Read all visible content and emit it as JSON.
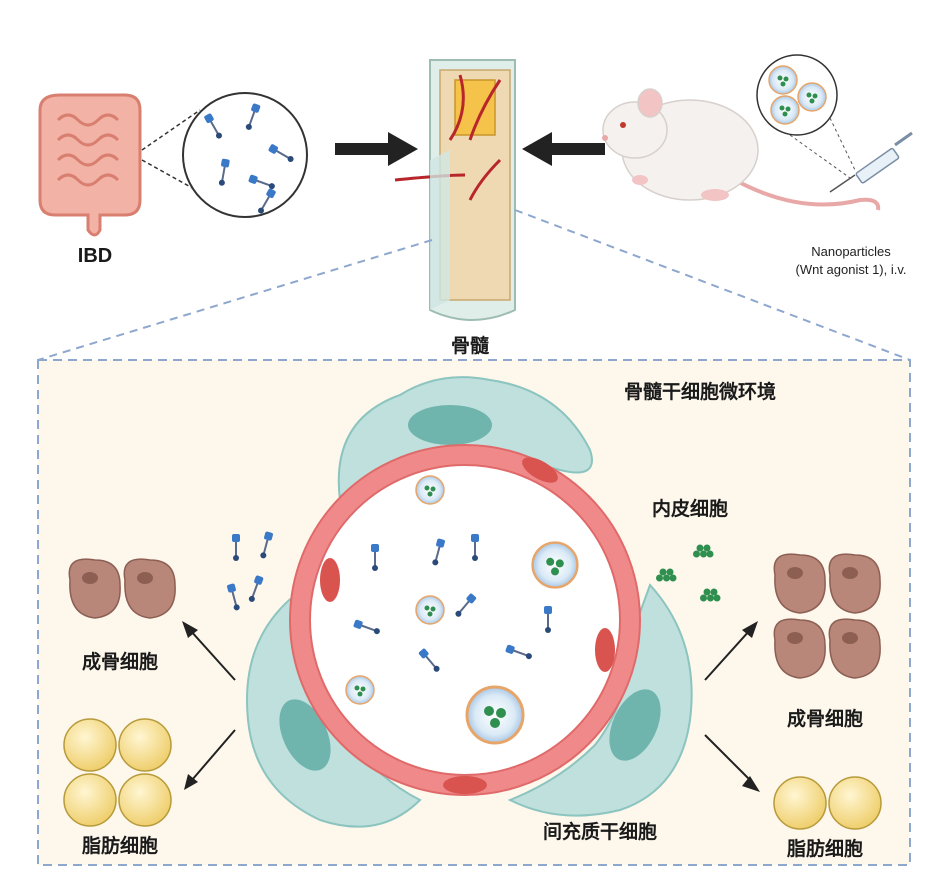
{
  "top": {
    "ibd_label": "IBD",
    "bone_marrow_label": "骨髓",
    "nanoparticles_line1": "Nanoparticles",
    "nanoparticles_line2": "(Wnt agonist 1), i.v."
  },
  "panel": {
    "title": "骨髓干细胞微环境",
    "endothelial_label": "内皮细胞",
    "msc_label": "间充质干细胞",
    "left_osteoblast_label": "成骨细胞",
    "left_adipocyte_label": "脂肪细胞",
    "right_osteoblast_label": "成骨细胞",
    "right_adipocyte_label": "脂肪细胞"
  },
  "colors": {
    "panel_fill": "#fdf7ec",
    "panel_border": "#8ea7cf",
    "vessel_red": "#f08a8a",
    "vessel_dark": "#e06a6a",
    "msc_fill": "#bfe0dd",
    "msc_nucleus": "#6fb5ad",
    "osteoblast": "#b8877a",
    "adipocyte": "#f3d98a",
    "nanoparticle_green": "#2f8f4f",
    "antibody_blue": "#3a78c8"
  }
}
